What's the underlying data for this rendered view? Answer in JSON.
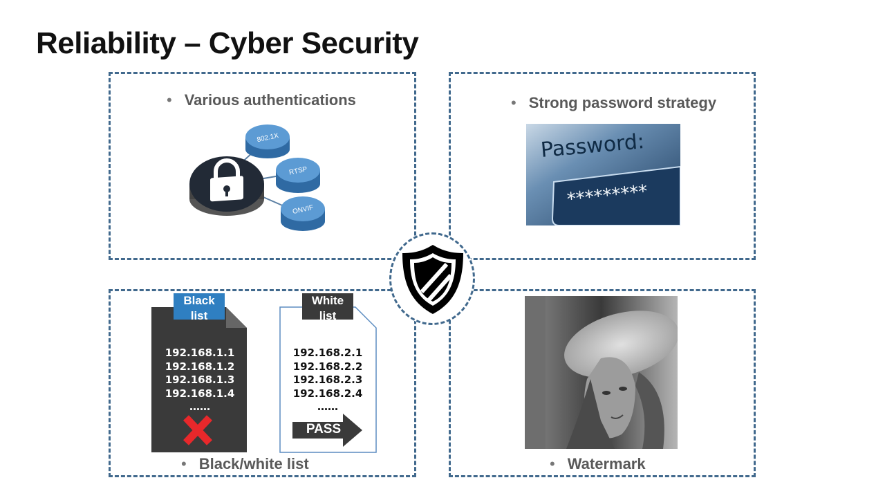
{
  "slide": {
    "title": "Reliability – Cyber Security"
  },
  "auth": {
    "bullet": "Various authentications",
    "nodes": [
      "802.1X",
      "RTSP",
      "ONVIF"
    ]
  },
  "password": {
    "bullet": "Strong password strategy",
    "image_label": "Password:",
    "masked": "*********"
  },
  "lists": {
    "bullet": "Black/white list",
    "black": {
      "tab_line1": "Black",
      "tab_line2": "list",
      "ips": [
        "192.168.1.1",
        "192.168.1.2",
        "192.168.1.3",
        "192.168.1.4"
      ],
      "more": "……"
    },
    "white": {
      "tab_line1": "White",
      "tab_line2": "list",
      "ips": [
        "192.168.2.1",
        "192.168.2.2",
        "192.168.2.3",
        "192.168.2.4"
      ],
      "more": "……",
      "pass_label": "PASS"
    }
  },
  "watermark": {
    "bullet": "Watermark"
  },
  "colors": {
    "border": "#41698d",
    "node_blue": "#4a8cc9",
    "black_doc": "#3a3a3a",
    "black_tab": "#2f7fc1",
    "reject": "#e8282b"
  },
  "icons": {
    "center": "shield-icon",
    "lock": "padlock-icon",
    "reject": "x-mark-icon",
    "pass": "arrow-right-icon"
  }
}
